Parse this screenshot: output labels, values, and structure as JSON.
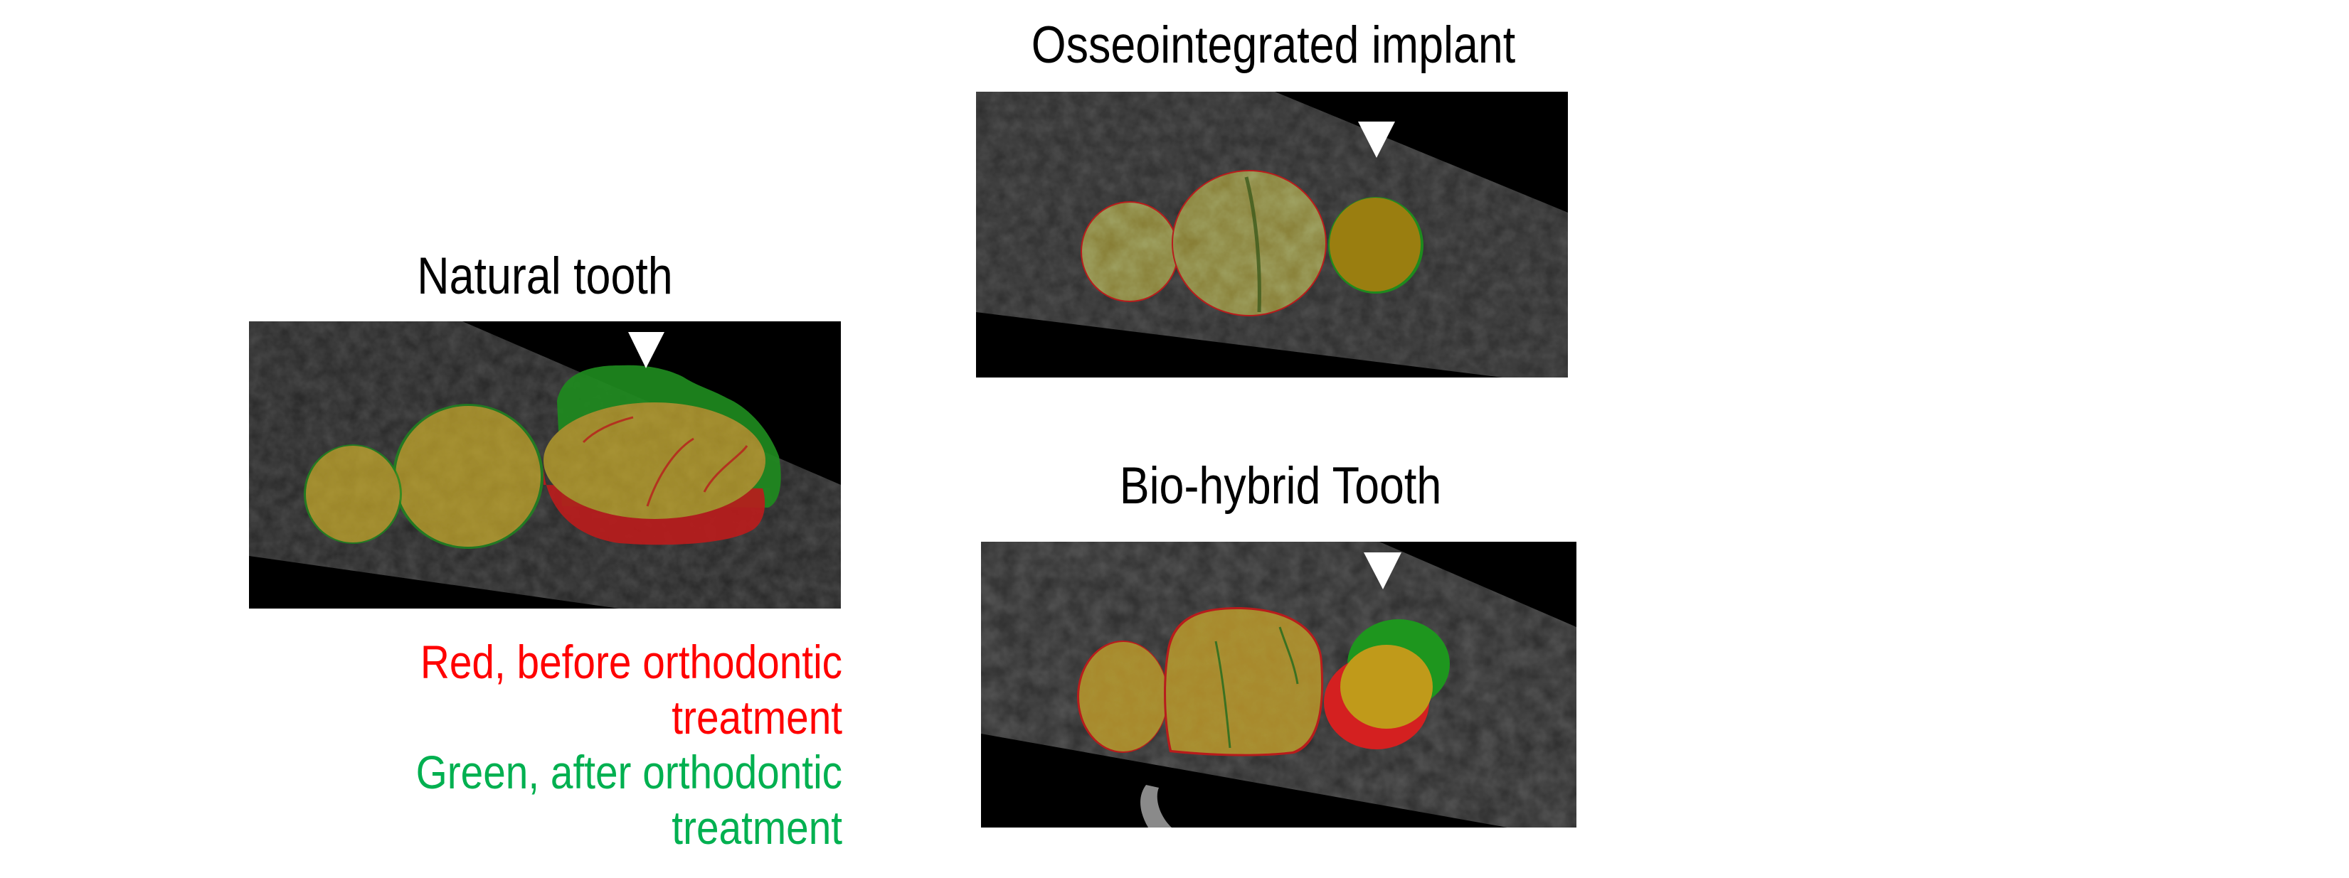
{
  "figure": {
    "panels": [
      {
        "id": "natural",
        "title": "Natural tooth",
        "marker": "arrowhead-down",
        "description": "Natural tooth overlay: green crown displaced relative to red (tooth moved)"
      },
      {
        "id": "implant",
        "title": "Osseointegrated implant",
        "marker": "arrowhead-down",
        "description": "Implant overlay: red and green overlap (no movement)"
      },
      {
        "id": "biohybrid",
        "title": "Bio-hybrid Tooth",
        "marker": "arrowhead-down",
        "description": "Bio-hybrid tooth overlay: green circle displaced relative to red circle (tooth moved)"
      }
    ],
    "legend": {
      "red_line1": "Red, before orthodontic",
      "red_line2": "treatment",
      "green_line1": "Green, after orthodontic",
      "green_line2": "treatment",
      "red_color": "#FF0000",
      "green_color": "#00B050"
    },
    "overlay_colors": {
      "before": "#C01818",
      "after": "#1E8A1E",
      "overlap": "#9A8428"
    }
  }
}
